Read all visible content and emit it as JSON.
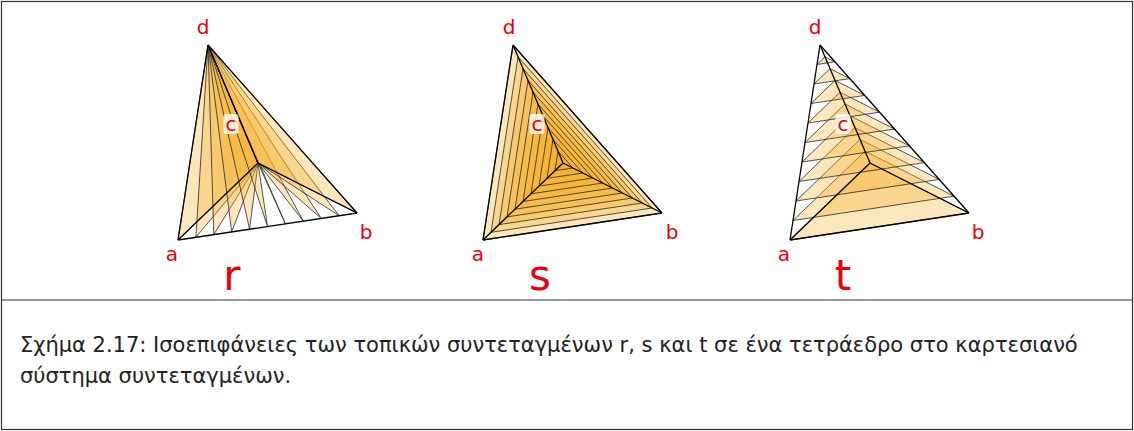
{
  "diagram": {
    "caption": "Σχήμα 2.17: Ισοεπιφάνειες των τοπικών συντεταγμένων r, s και t σε ένα τετράεδρο στο καρτεσιανό σύστημα συντεταγμένων.",
    "labels": [
      "d",
      "c",
      "a",
      "b",
      "r",
      "d",
      "c",
      "a",
      "b",
      "s",
      "d",
      "c",
      "a",
      "b",
      "t"
    ]
  }
}
